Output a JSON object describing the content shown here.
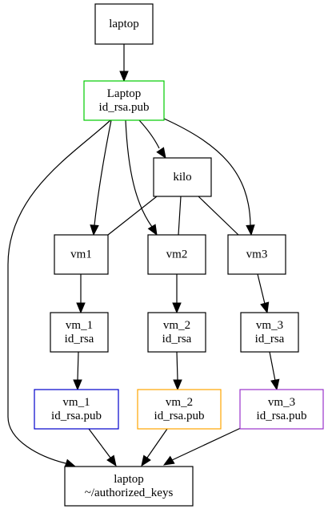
{
  "nodes": {
    "laptop": {
      "lines": [
        "laptop"
      ],
      "color": "#000000"
    },
    "laptop_pub": {
      "lines": [
        "Laptop",
        "id_rsa.pub"
      ],
      "color": "#00cc00"
    },
    "kilo": {
      "lines": [
        "kilo"
      ],
      "color": "#000000"
    },
    "vm1": {
      "lines": [
        "vm1"
      ],
      "color": "#000000"
    },
    "vm2": {
      "lines": [
        "vm2"
      ],
      "color": "#000000"
    },
    "vm3": {
      "lines": [
        "vm3"
      ],
      "color": "#000000"
    },
    "vm1_rsa": {
      "lines": [
        "vm_1",
        "id_rsa"
      ],
      "color": "#000000"
    },
    "vm2_rsa": {
      "lines": [
        "vm_2",
        "id_rsa"
      ],
      "color": "#000000"
    },
    "vm3_rsa": {
      "lines": [
        "vm_3",
        "id_rsa"
      ],
      "color": "#000000"
    },
    "vm1_pub": {
      "lines": [
        "vm_1",
        "id_rsa.pub"
      ],
      "color": "#0000cc"
    },
    "vm2_pub": {
      "lines": [
        "vm_2",
        "id_rsa.pub"
      ],
      "color": "#ffa500"
    },
    "vm3_pub": {
      "lines": [
        "vm_3",
        "id_rsa.pub"
      ],
      "color": "#9932cc"
    },
    "auth_keys": {
      "lines": [
        "laptop",
        "~/authorized_keys"
      ],
      "color": "#000000"
    }
  },
  "edges": [
    {
      "from": "laptop",
      "to": "laptop_pub",
      "arrow": true
    },
    {
      "from": "laptop_pub",
      "to": "kilo",
      "arrow": true
    },
    {
      "from": "laptop_pub",
      "to": "vm1",
      "arrow": true
    },
    {
      "from": "laptop_pub",
      "to": "vm2",
      "arrow": true
    },
    {
      "from": "laptop_pub",
      "to": "vm3",
      "arrow": true
    },
    {
      "from": "laptop_pub",
      "to": "auth_keys",
      "arrow": true
    },
    {
      "from": "kilo",
      "to": "vm1",
      "arrow": false
    },
    {
      "from": "kilo",
      "to": "vm2",
      "arrow": false
    },
    {
      "from": "kilo",
      "to": "vm3",
      "arrow": false
    },
    {
      "from": "vm1",
      "to": "vm1_rsa",
      "arrow": true
    },
    {
      "from": "vm2",
      "to": "vm2_rsa",
      "arrow": true
    },
    {
      "from": "vm3",
      "to": "vm3_rsa",
      "arrow": true
    },
    {
      "from": "vm1_rsa",
      "to": "vm1_pub",
      "arrow": true
    },
    {
      "from": "vm2_rsa",
      "to": "vm2_pub",
      "arrow": true
    },
    {
      "from": "vm3_rsa",
      "to": "vm3_pub",
      "arrow": true
    },
    {
      "from": "vm1_pub",
      "to": "auth_keys",
      "arrow": true
    },
    {
      "from": "vm2_pub",
      "to": "auth_keys",
      "arrow": true
    },
    {
      "from": "vm3_pub",
      "to": "auth_keys",
      "arrow": true
    }
  ]
}
